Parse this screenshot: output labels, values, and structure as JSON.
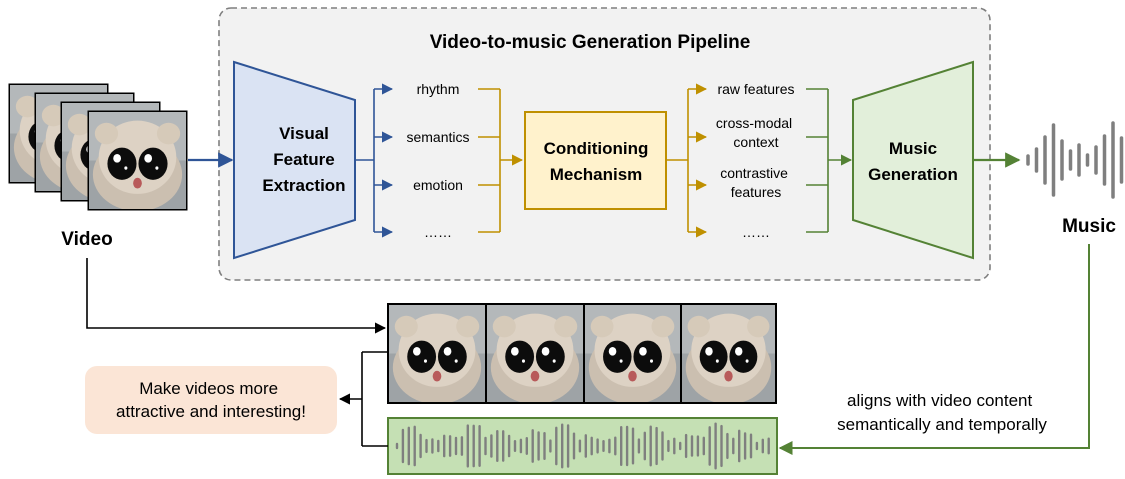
{
  "pipeline": {
    "title": "Video-to-music Generation Pipeline"
  },
  "video": {
    "label": "Video"
  },
  "visual_feature_extraction": {
    "lines": [
      "Visual",
      "Feature",
      "Extraction"
    ]
  },
  "visual_features": [
    "rhythm",
    "semantics",
    "emotion",
    "……"
  ],
  "conditioning": {
    "lines": [
      "Conditioning",
      "Mechanism"
    ]
  },
  "conditions": [
    [
      "raw features"
    ],
    [
      "cross-modal",
      "context"
    ],
    [
      "contrastive",
      "features"
    ],
    [
      "……"
    ]
  ],
  "music_generation": {
    "lines": [
      "Music",
      "Generation"
    ]
  },
  "music": {
    "label": "Music"
  },
  "alignment": {
    "lines": [
      "aligns with video content",
      "semantically and temporally"
    ]
  },
  "callout": {
    "lines": [
      "Make videos more",
      "attractive and interesting!"
    ]
  },
  "colors": {
    "blue": "#2f5597",
    "blue_fill": "#dae3f3",
    "gold": "#bf9000",
    "gold_fill": "#fff2cc",
    "green": "#548235",
    "green_fill": "#e2efda",
    "waveform": "#7f7f7f",
    "callout_fill": "#fbe5d6",
    "panel_fill": "#f2f2f2",
    "panel_border": "#7f7f7f"
  }
}
